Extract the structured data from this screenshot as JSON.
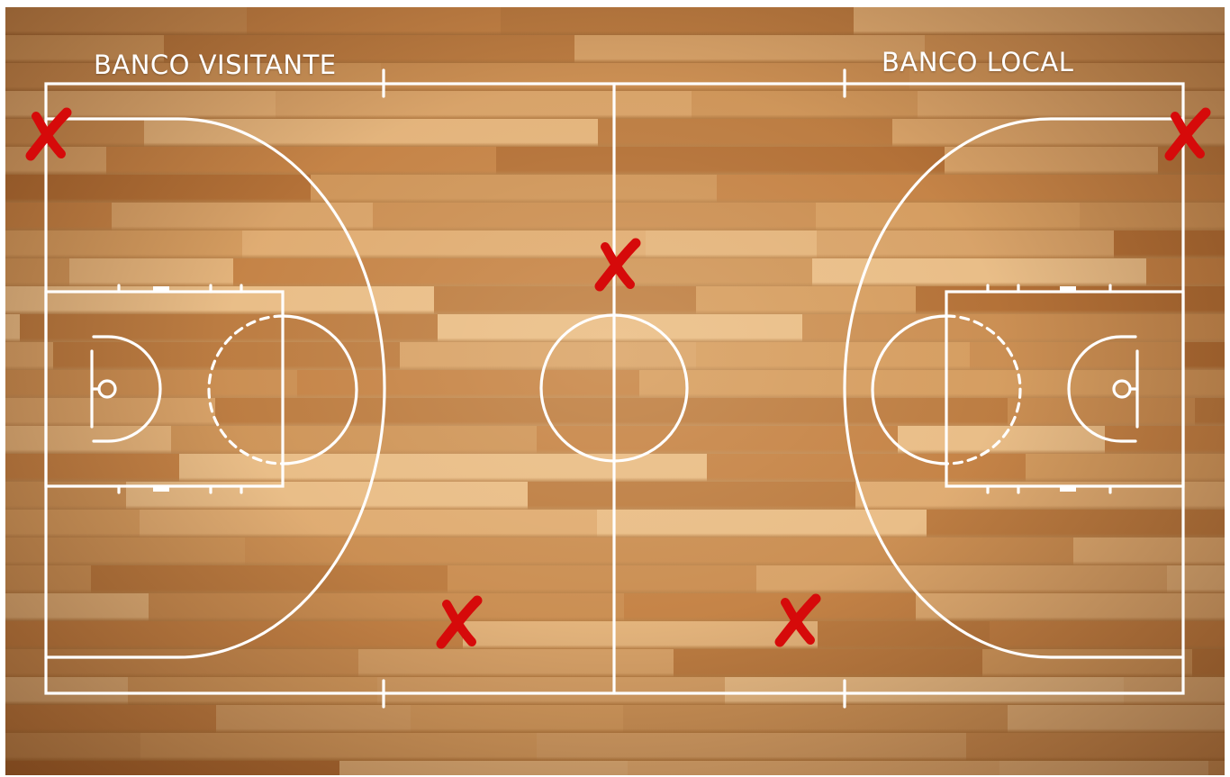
{
  "labels": {
    "visitor_bench": "BANCO VISITANTE",
    "home_bench": "BANCO LOCAL"
  },
  "colors": {
    "line": "#ffffff",
    "marker": "#d60a0a",
    "wood_dark": "#b06c32",
    "wood_light": "#e4b57c"
  },
  "markers": [
    {
      "id": "corner-left",
      "icon": "x-mark-icon"
    },
    {
      "id": "corner-right",
      "icon": "x-mark-icon"
    },
    {
      "id": "midcourt-top",
      "icon": "x-mark-icon"
    },
    {
      "id": "bottom-left",
      "icon": "x-mark-icon"
    },
    {
      "id": "bottom-right",
      "icon": "x-mark-icon"
    }
  ]
}
